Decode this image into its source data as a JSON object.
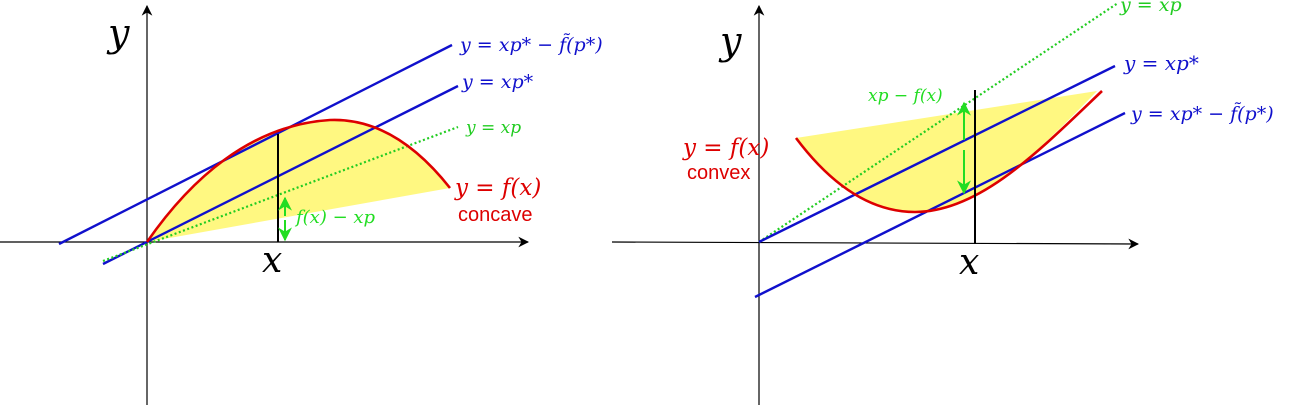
{
  "colors": {
    "axis": "#000000",
    "curve": "#dd0000",
    "tangent_lines": "#1010cc",
    "secant_line": "#22cc22",
    "shade": "#fff87a",
    "gap_arrow": "#22dd22"
  },
  "left_panel": {
    "axis_y_label": "y",
    "axis_x_label": "x",
    "line_support_label": "y = xp* − f̃(p*)",
    "line_slope_label": "y = xp*",
    "line_secant_label": "y = xp",
    "curve_label": "y = f(x)",
    "curve_kind": "concave",
    "gap_label": "f(x) − xp"
  },
  "right_panel": {
    "axis_y_label": "y",
    "axis_x_label": "x",
    "line_secant_label": "y = xp",
    "line_slope_label": "y = xp*",
    "line_support_label": "y = xp* − f̃(p*)",
    "curve_label": "y = f(x)",
    "curve_kind": "convex",
    "gap_label": "xp − f(x)"
  }
}
